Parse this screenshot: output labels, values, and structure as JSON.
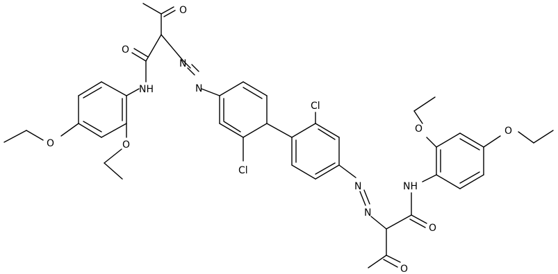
{
  "atoms": {
    "o_ketone_top": "O",
    "o_amide_top": "O",
    "nh_left": "NH",
    "n_azo_top_1": "N",
    "n_azo_top_2": "N",
    "o_ether_left_para": "O",
    "o_ether_left_ortho": "O",
    "cl_left": "Cl",
    "cl_right": "Cl",
    "o_ether_right_ortho": "O",
    "o_ether_right_para": "O",
    "nh_right": "NH",
    "n_azo_bottom_1": "N",
    "n_azo_bottom_2": "N",
    "o_amide_bottom": "O",
    "o_ketone_bottom": "O"
  }
}
